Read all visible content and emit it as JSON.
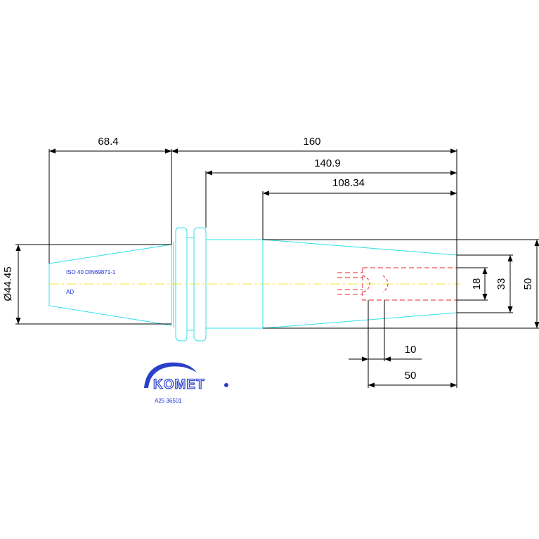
{
  "colors": {
    "part": "#2ee0e8",
    "axis": "#f2ea38",
    "hidden": "#e8262a",
    "dimension": "#000000",
    "text_blue": "#1a2fd6",
    "logo": "#2a40c8"
  },
  "dimensions": {
    "len_68_4": "68.4",
    "len_160": "160",
    "len_140_9": "140.9",
    "len_108_34": "108.34",
    "dia_44_45": "Ø44.45",
    "dia_18": "18",
    "dia_33": "33",
    "dia_50": "50",
    "len_10": "10",
    "len_50": "50"
  },
  "annotations": {
    "standard": "ISO 40 DIN69871-1",
    "variant": "AD",
    "part_number": "A25 36501"
  },
  "logo": {
    "text": "KOMET",
    "icon": "komet-arc-logo-icon"
  }
}
